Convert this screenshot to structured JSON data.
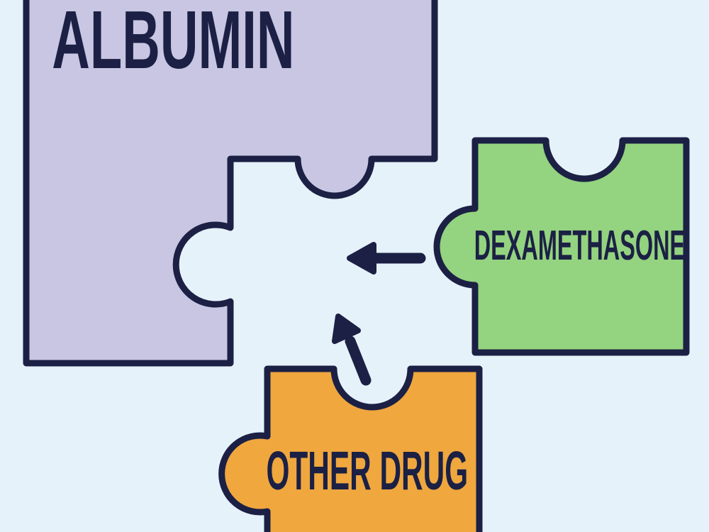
{
  "diagram": {
    "background_color": "#e6f2fa",
    "outline_color": "#1b2044",
    "pieces": {
      "albumin": {
        "label": "ALBUMIN",
        "color": "#c8c6e2"
      },
      "dexamethasone": {
        "label": "DEXAMETHASONE",
        "color": "#94d37f"
      },
      "other_drug": {
        "label": "OTHER DRUG",
        "color": "#efa73e"
      }
    },
    "arrows": [
      {
        "name": "dexamethasone-to-albumin-socket",
        "direction": "left"
      },
      {
        "name": "other-drug-to-albumin-socket",
        "direction": "up-left"
      }
    ]
  }
}
